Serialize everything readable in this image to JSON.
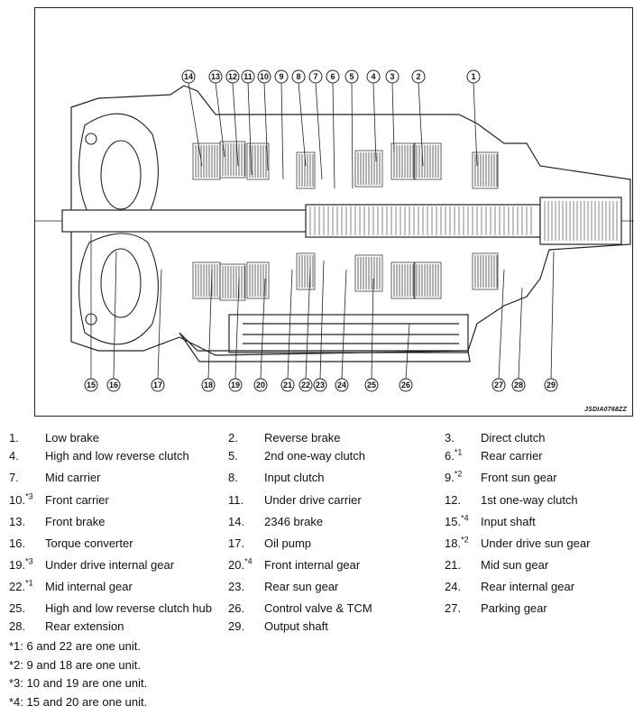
{
  "figure": {
    "code": "JSDIA0768ZZ",
    "callouts_top": [
      "14",
      "13",
      "12",
      "11",
      "10",
      "9",
      "8",
      "7",
      "6",
      "5",
      "4",
      "3",
      "2",
      "1"
    ],
    "callouts_bottom": [
      "15",
      "16",
      "17",
      "18",
      "19",
      "20",
      "21",
      "22",
      "23",
      "24",
      "25",
      "26",
      "27",
      "28",
      "29"
    ]
  },
  "legend": [
    {
      "num": "1.",
      "note": "",
      "label": "Low brake"
    },
    {
      "num": "2.",
      "note": "",
      "label": "Reverse brake"
    },
    {
      "num": "3.",
      "note": "",
      "label": "Direct clutch"
    },
    {
      "num": "4.",
      "note": "",
      "label": "High and low reverse clutch"
    },
    {
      "num": "5.",
      "note": "",
      "label": "2nd one-way clutch"
    },
    {
      "num": "6.",
      "note": "*1",
      "label": "Rear carrier"
    },
    {
      "num": "7.",
      "note": "",
      "label": "Mid carrier"
    },
    {
      "num": "8.",
      "note": "",
      "label": "Input clutch"
    },
    {
      "num": "9.",
      "note": "*2",
      "label": "Front sun gear"
    },
    {
      "num": "10.",
      "note": "*3",
      "label": "Front carrier"
    },
    {
      "num": "11.",
      "note": "",
      "label": "Under drive carrier"
    },
    {
      "num": "12.",
      "note": "",
      "label": "1st one-way clutch"
    },
    {
      "num": "13.",
      "note": "",
      "label": "Front brake"
    },
    {
      "num": "14.",
      "note": "",
      "label": "2346 brake"
    },
    {
      "num": "15.",
      "note": "*4",
      "label": "Input shaft"
    },
    {
      "num": "16.",
      "note": "",
      "label": "Torque converter"
    },
    {
      "num": "17.",
      "note": "",
      "label": "Oil pump"
    },
    {
      "num": "18.",
      "note": "*2",
      "label": "Under drive sun gear"
    },
    {
      "num": "19.",
      "note": "*3",
      "label": "Under drive internal gear"
    },
    {
      "num": "20.",
      "note": "*4",
      "label": "Front internal gear"
    },
    {
      "num": "21.",
      "note": "",
      "label": "Mid sun gear"
    },
    {
      "num": "22.",
      "note": "*1",
      "label": "Mid internal gear"
    },
    {
      "num": "23.",
      "note": "",
      "label": "Rear sun gear"
    },
    {
      "num": "24.",
      "note": "",
      "label": "Rear internal gear"
    },
    {
      "num": "25.",
      "note": "",
      "label": "High and low reverse clutch hub"
    },
    {
      "num": "26.",
      "note": "",
      "label": "Control valve & TCM"
    },
    {
      "num": "27.",
      "note": "",
      "label": "Parking gear"
    },
    {
      "num": "28.",
      "note": "",
      "label": "Rear extension"
    },
    {
      "num": "29.",
      "note": "",
      "label": "Output shaft"
    }
  ],
  "footnotes": [
    "*1: 6 and 22 are one unit.",
    "*2: 9 and 18 are one unit.",
    "*3: 10 and 19 are one unit.",
    "*4: 15 and 20 are one unit."
  ]
}
